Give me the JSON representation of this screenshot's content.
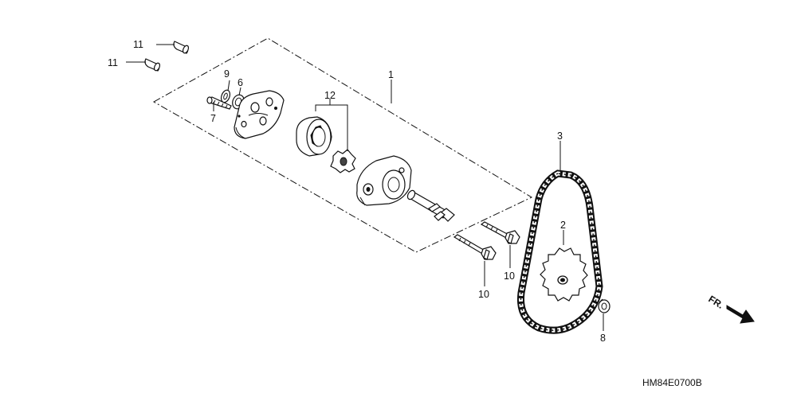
{
  "callouts": {
    "c1": "1",
    "c2": "2",
    "c3": "3",
    "c6": "6",
    "c7": "7",
    "c8": "8",
    "c9": "9",
    "c10a": "10",
    "c10b": "10",
    "c11a": "11",
    "c11b": "11",
    "c12": "12"
  },
  "diagram_code": "HM84E0700B",
  "direction_label": "FR.",
  "colors": {
    "line": "#111111",
    "background": "#ffffff",
    "shade": "#444444"
  }
}
